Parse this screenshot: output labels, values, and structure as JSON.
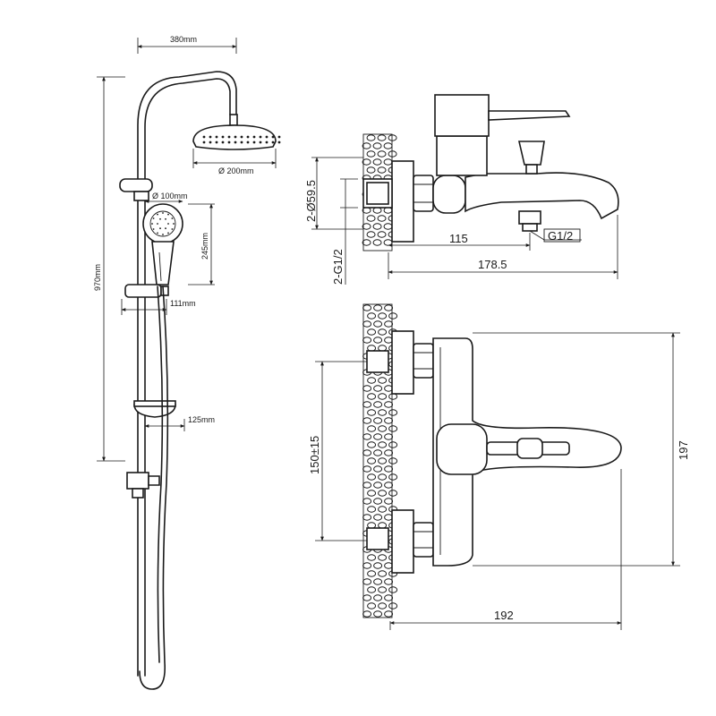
{
  "shower_set": {
    "width_top": "380mm",
    "head_diameter": "Ø 200mm",
    "hand_diameter": "Ø 100mm",
    "hand_length": "245mm",
    "total_height": "970mm",
    "holder_offset": "111mm",
    "dish_offset": "125mm"
  },
  "mixer_side": {
    "pipe_diameter": "2-Ø59.5",
    "inlet_thread": "2-G1/2",
    "outlet_thread": "G1/2",
    "spout_reach": "115",
    "total_depth": "178.5"
  },
  "mixer_front": {
    "center_distance": "150±15",
    "height": "197",
    "width": "192"
  }
}
